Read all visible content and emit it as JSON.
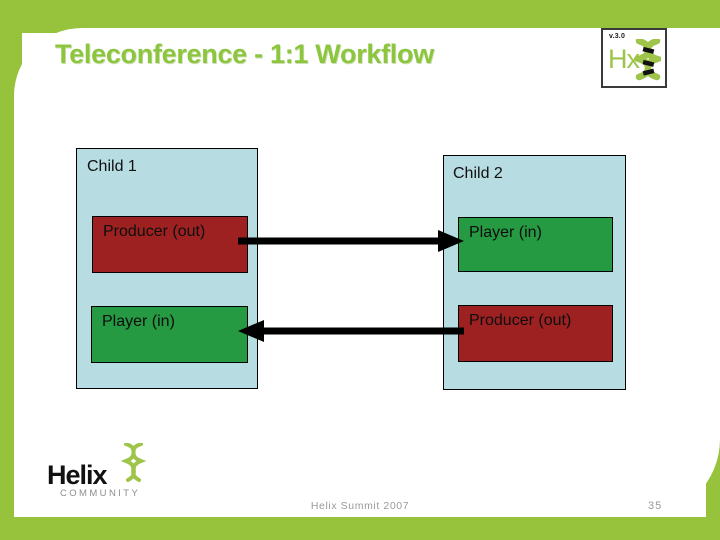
{
  "slide": {
    "title": "Teleconference - 1:1 Workflow",
    "accent_green": "#8cc63e",
    "band_green": "#96c23c",
    "background": "#ffffff"
  },
  "brand_logo": {
    "version": "v.3.0",
    "wordmark": "Hx",
    "helix_icon": "dna-helix-icon",
    "mark_color": "#9ec54a"
  },
  "diagram": {
    "container_color": "#b7dce2",
    "producer_color": "#9e2122",
    "player_color": "#259a42",
    "child1": {
      "label": "Child 1",
      "top_component": "Producer (out)",
      "bottom_component": "Player (in)"
    },
    "child2": {
      "label": "Child 2",
      "top_component": "Player (in)",
      "bottom_component": "Producer (out)"
    },
    "arrows": [
      {
        "name": "child1-producer-to-child2-player",
        "direction": "right"
      },
      {
        "name": "child2-producer-to-child1-player",
        "direction": "left"
      }
    ]
  },
  "footer": {
    "logo_word": "Helix",
    "logo_sub": "COMMUNITY",
    "center_text": "Helix Summit 2007",
    "page_number": "35"
  }
}
